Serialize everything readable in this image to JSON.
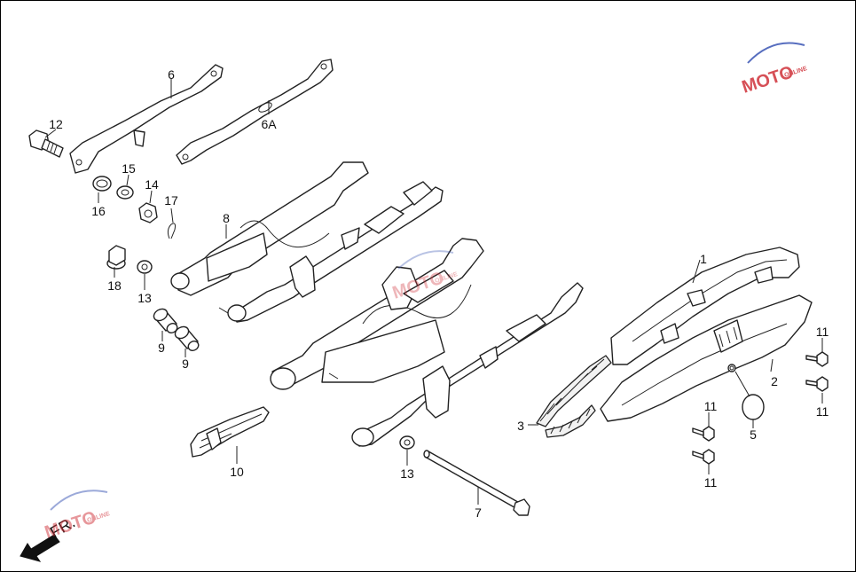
{
  "direction_label": "FR.",
  "watermark": {
    "text": "MOTO",
    "sub": "ONLINE",
    "color_red": "#d0323a",
    "color_blue": "#3a55b4"
  },
  "parts": [
    {
      "id": "p1",
      "label": "1"
    },
    {
      "id": "p2",
      "label": "2"
    },
    {
      "id": "p3",
      "label": "3"
    },
    {
      "id": "p5",
      "label": "5"
    },
    {
      "id": "p6",
      "label": "6"
    },
    {
      "id": "p6a",
      "label": "6A"
    },
    {
      "id": "p7",
      "label": "7"
    },
    {
      "id": "p8",
      "label": "8"
    },
    {
      "id": "p9a",
      "label": "9"
    },
    {
      "id": "p9b",
      "label": "9"
    },
    {
      "id": "p10",
      "label": "10"
    },
    {
      "id": "p11a",
      "label": "11"
    },
    {
      "id": "p11b",
      "label": "11"
    },
    {
      "id": "p11c",
      "label": "11"
    },
    {
      "id": "p11d",
      "label": "11"
    },
    {
      "id": "p12",
      "label": "12"
    },
    {
      "id": "p13a",
      "label": "13"
    },
    {
      "id": "p13b",
      "label": "13"
    },
    {
      "id": "p14",
      "label": "14"
    },
    {
      "id": "p15",
      "label": "15"
    },
    {
      "id": "p16",
      "label": "16"
    },
    {
      "id": "p17",
      "label": "17"
    },
    {
      "id": "p18",
      "label": "18"
    }
  ]
}
